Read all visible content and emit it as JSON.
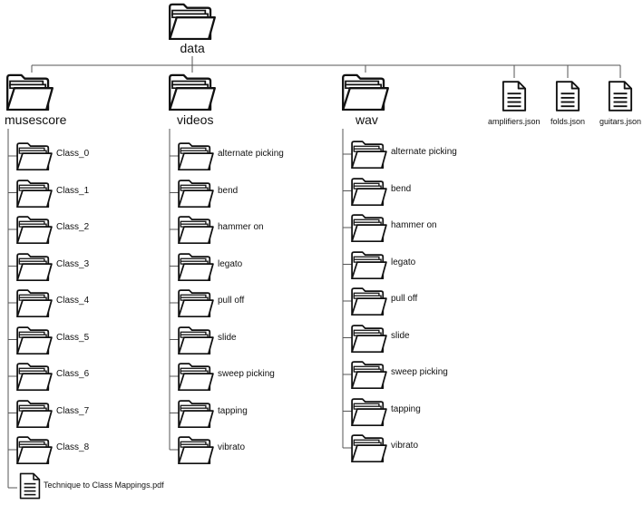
{
  "root": {
    "label": "data",
    "icon": "folder-icon"
  },
  "columns": [
    {
      "label": "musescore",
      "icon": "folder-icon",
      "children": [
        {
          "label": "Class_0",
          "type": "folder"
        },
        {
          "label": "Class_1",
          "type": "folder"
        },
        {
          "label": "Class_2",
          "type": "folder"
        },
        {
          "label": "Class_3",
          "type": "folder"
        },
        {
          "label": "Class_4",
          "type": "folder"
        },
        {
          "label": "Class_5",
          "type": "folder"
        },
        {
          "label": "Class_6",
          "type": "folder"
        },
        {
          "label": "Class_7",
          "type": "folder"
        },
        {
          "label": "Class_8",
          "type": "folder"
        },
        {
          "label": "Technique to Class Mappings.pdf",
          "type": "file"
        }
      ]
    },
    {
      "label": "videos",
      "icon": "folder-icon",
      "children": [
        {
          "label": "alternate picking",
          "type": "folder"
        },
        {
          "label": "bend",
          "type": "folder"
        },
        {
          "label": "hammer on",
          "type": "folder"
        },
        {
          "label": "legato",
          "type": "folder"
        },
        {
          "label": "pull off",
          "type": "folder"
        },
        {
          "label": "slide",
          "type": "folder"
        },
        {
          "label": "sweep picking",
          "type": "folder"
        },
        {
          "label": "tapping",
          "type": "folder"
        },
        {
          "label": "vibrato",
          "type": "folder"
        }
      ]
    },
    {
      "label": "wav",
      "icon": "folder-icon",
      "children": [
        {
          "label": "alternate picking",
          "type": "folder"
        },
        {
          "label": "bend",
          "type": "folder"
        },
        {
          "label": "hammer on",
          "type": "folder"
        },
        {
          "label": "legato",
          "type": "folder"
        },
        {
          "label": "pull off",
          "type": "folder"
        },
        {
          "label": "slide",
          "type": "folder"
        },
        {
          "label": "sweep picking",
          "type": "folder"
        },
        {
          "label": "tapping",
          "type": "folder"
        },
        {
          "label": "vibrato",
          "type": "folder"
        }
      ]
    }
  ],
  "files": [
    {
      "label": "amplifiers.json",
      "icon": "document-icon"
    },
    {
      "label": "folds.json",
      "icon": "document-icon"
    },
    {
      "label": "guitars.json",
      "icon": "document-icon"
    }
  ]
}
